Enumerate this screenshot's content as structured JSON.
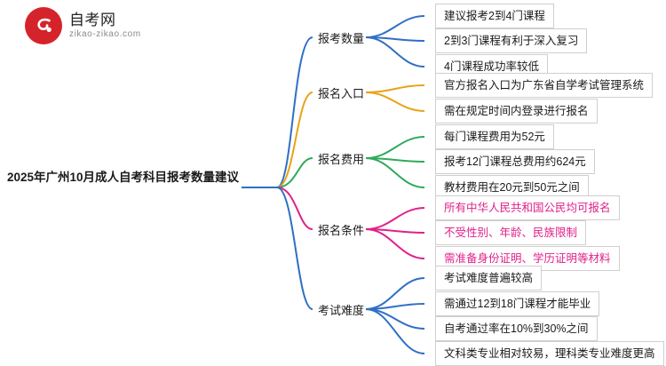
{
  "logo": {
    "title": "自考网",
    "subtitle": "zikao-zikao.com",
    "mark_color": "#d5232b"
  },
  "root": {
    "label": "2025年广州10月成人自考科目报考数量建议"
  },
  "branches": [
    {
      "label": "报考数量",
      "color": "#2f6fc4",
      "leaves": [
        "建议报考2到4门课程",
        "2到3门课程有利于深入复习",
        "4门课程成功率较低"
      ]
    },
    {
      "label": "报名入口",
      "color": "#e8a317",
      "leaves": [
        "官方报名入口为广东省自学考试管理系统",
        "需在规定时间内登录进行报名"
      ]
    },
    {
      "label": "报名费用",
      "color": "#2eab5c",
      "leaves": [
        "每门课程费用为52元",
        "报考12门课程总费用约624元",
        "教材费用在20元到50元之间"
      ]
    },
    {
      "label": "报名条件",
      "color": "#e0218a",
      "leaves": [
        "所有中华人民共和国公民均可报名",
        "不受性别、年龄、民族限制",
        "需准备身份证明、学历证明等材料"
      ]
    },
    {
      "label": "考试难度",
      "color": "#2f6fc4",
      "leaves": [
        "考试难度普遍较高",
        "需通过12到18门课程才能毕业",
        "自考通过率在10%到30%之间",
        "文科类专业相对较易，理科类专业难度更高"
      ]
    }
  ],
  "text_colors": {
    "leaf_default": "#1a1a1a",
    "leaf_pink": "#e0218a",
    "leaf_green": "#2eab5c"
  }
}
